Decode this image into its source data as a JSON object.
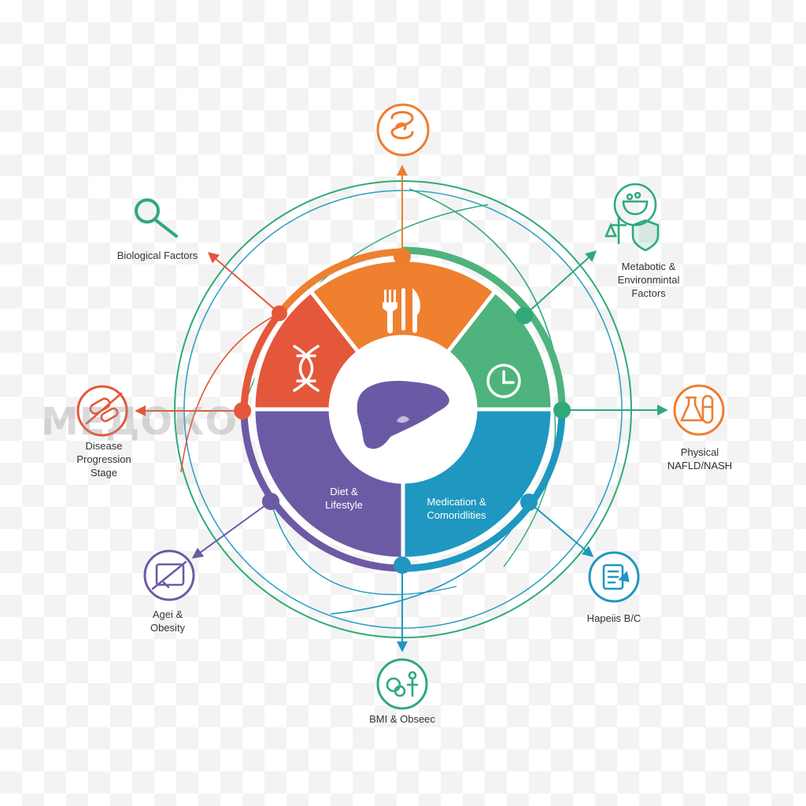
{
  "watermark": "МЕДОКО",
  "center_icon": "liver-icon",
  "segments": [
    {
      "key": "genetics",
      "icon": "dna-icon",
      "label": "",
      "color": "#e4573a"
    },
    {
      "key": "food",
      "icon": "fork-knife-icon",
      "label": "",
      "color": "#ee8030"
    },
    {
      "key": "time",
      "icon": "clock-icon",
      "label": "",
      "color": "#4eb37d"
    },
    {
      "key": "medication",
      "icon": "",
      "label": "Medication &\nComoridlities",
      "color": "#1f97c0"
    },
    {
      "key": "diet",
      "icon": "",
      "label": "Diet &\nLifestyle",
      "color": "#6d5aa4"
    }
  ],
  "nodes": [
    {
      "key": "top",
      "icon": "gut-icon",
      "label": "",
      "color": "#ee7d2e"
    },
    {
      "key": "biological",
      "icon": "magnifier-icon",
      "label": "Biological Factors",
      "color": "#2eaa7a"
    },
    {
      "key": "metabolic",
      "icon": "bowl-shield-icon",
      "label": "Metabotic &\nEnvironmintal\nFactors",
      "color": "#2eaa7a"
    },
    {
      "key": "disease",
      "icon": "pills-no-icon",
      "label": "Disease\nProgression\nStage",
      "color": "#e4573a"
    },
    {
      "key": "physical",
      "icon": "flask-icon",
      "label": "Physical\nNAFLD/NASH",
      "color": "#ee7d2e"
    },
    {
      "key": "age",
      "icon": "syringe-card-icon",
      "label": "Agei &\nObesity",
      "color": "#6d5aa4"
    },
    {
      "key": "hepatitis",
      "icon": "clipboard-icon",
      "label": "Hapeiis B/C",
      "color": "#1f97c0"
    },
    {
      "key": "bmi",
      "icon": "scale-person-icon",
      "label": "BMI & Obseec",
      "color": "#2eaa7a"
    }
  ],
  "colors": {
    "orange": "#ee8030",
    "red": "#e4573a",
    "green": "#4eb37d",
    "teal": "#2eaa7a",
    "blue": "#1f97c0",
    "purple": "#6d5aa4",
    "liver": "#6a5aa6"
  }
}
